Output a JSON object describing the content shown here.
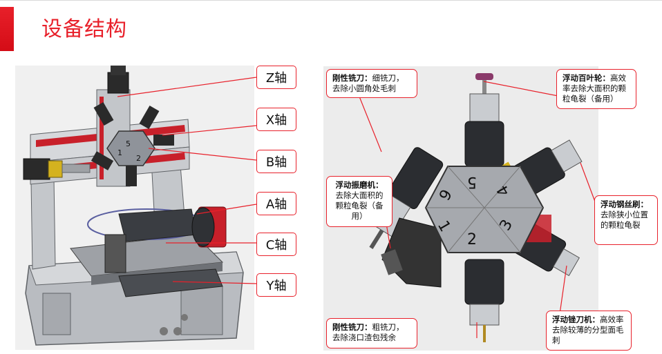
{
  "page": {
    "title": "设备结构"
  },
  "axes": [
    {
      "id": "z",
      "label": "Z轴"
    },
    {
      "id": "x",
      "label": "X轴"
    },
    {
      "id": "b",
      "label": "B轴"
    },
    {
      "id": "a",
      "label": "A轴"
    },
    {
      "id": "c",
      "label": "C轴"
    },
    {
      "id": "y",
      "label": "Y轴"
    }
  ],
  "head": {
    "numbers": [
      "5",
      "4",
      "3",
      "2",
      "1",
      "6"
    ]
  },
  "tools": [
    {
      "id": "rigid-top",
      "name": "刚性铣刀：",
      "desc": "细铣刀，去除小圆角处毛刺"
    },
    {
      "id": "flap-wheel",
      "name": "浮动百叶轮：",
      "desc": "高效率去除大面积的颗粒龟裂（备用）"
    },
    {
      "id": "vibration",
      "name": "浮动振磨机：",
      "desc": "去除大面积的颗粒龟裂（备用）"
    },
    {
      "id": "wire-brush",
      "name": "浮动钢丝刷：",
      "desc": "去除狭小位置的颗粒龟裂"
    },
    {
      "id": "rigid-bottom",
      "name": "刚性铣刀：",
      "desc": "粗铣刀，去除浇口渣包残余"
    },
    {
      "id": "boring",
      "name": "浮动锉刀机：",
      "desc": "高效率去除较薄的分型面毛刺"
    }
  ],
  "colors": {
    "accent": "#e8202a",
    "machine_red": "#c8202a",
    "steel": "#8c9096",
    "dark": "#2a2a2a"
  }
}
